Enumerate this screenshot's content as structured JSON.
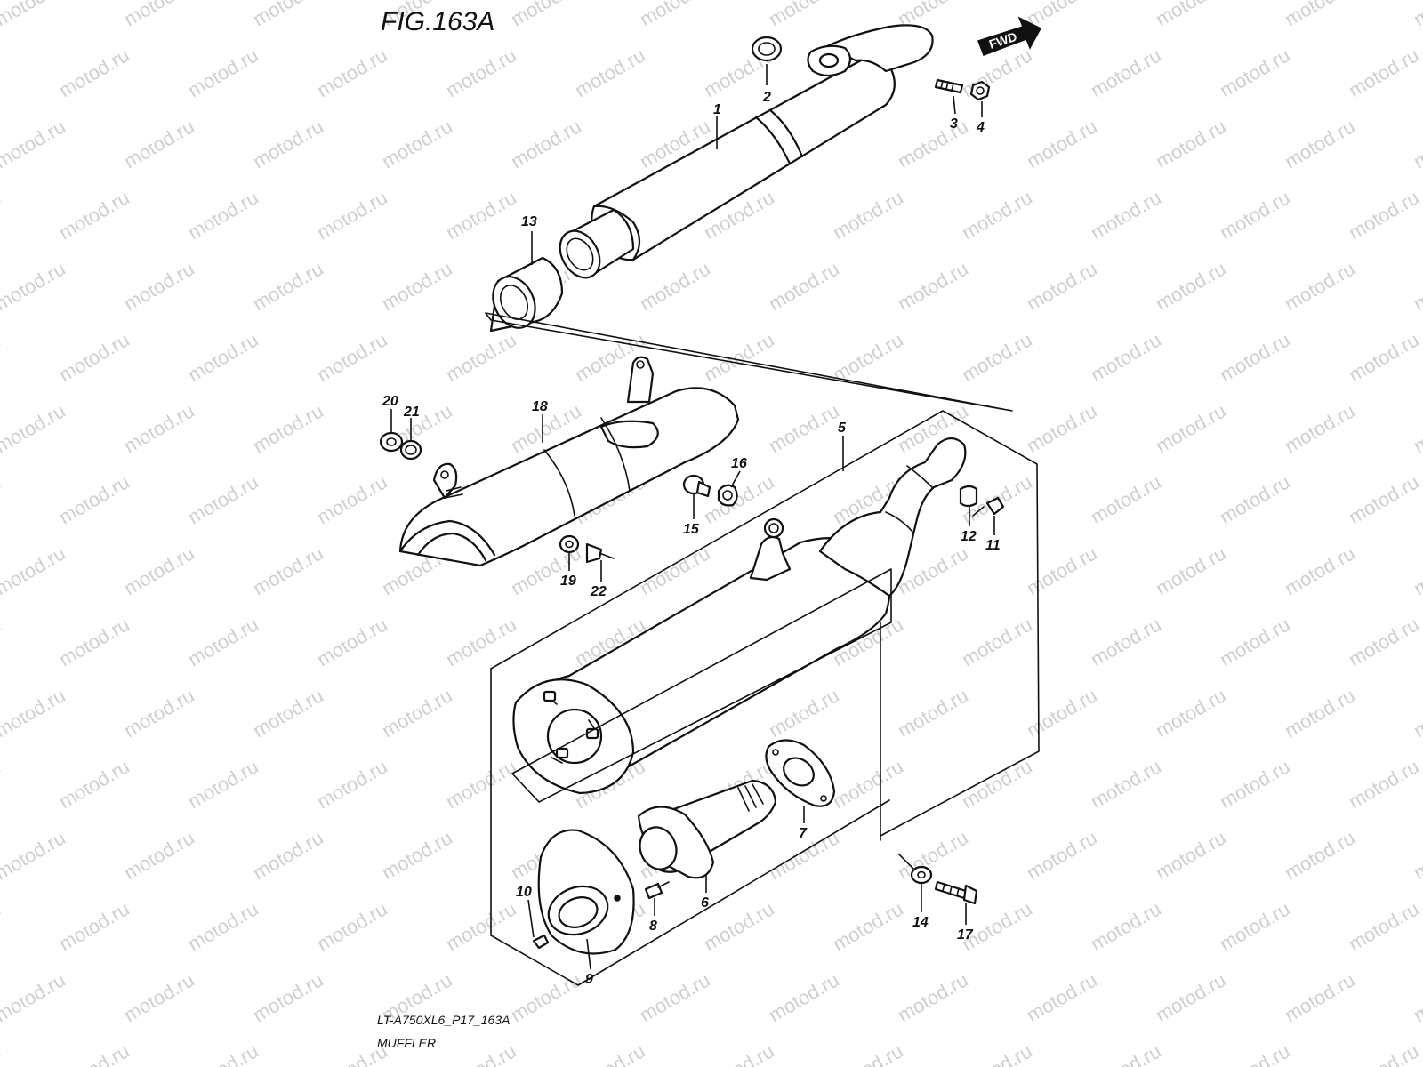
{
  "figure": {
    "title": "FIG.163A",
    "fwd_label": "FWD",
    "model_code": "LT-A750XL6_P17_163A",
    "section_name": "MUFFLER"
  },
  "watermark": {
    "text": "motod.ru"
  },
  "callouts": [
    {
      "id": "1",
      "label": "1"
    },
    {
      "id": "2",
      "label": "2"
    },
    {
      "id": "3",
      "label": "3"
    },
    {
      "id": "4",
      "label": "4"
    },
    {
      "id": "5",
      "label": "5"
    },
    {
      "id": "6",
      "label": "6"
    },
    {
      "id": "7",
      "label": "7"
    },
    {
      "id": "8",
      "label": "8"
    },
    {
      "id": "9",
      "label": "9"
    },
    {
      "id": "10",
      "label": "10"
    },
    {
      "id": "11",
      "label": "11"
    },
    {
      "id": "12",
      "label": "12"
    },
    {
      "id": "13",
      "label": "13"
    },
    {
      "id": "14",
      "label": "14"
    },
    {
      "id": "15",
      "label": "15"
    },
    {
      "id": "16",
      "label": "16"
    },
    {
      "id": "17",
      "label": "17"
    },
    {
      "id": "18",
      "label": "18"
    },
    {
      "id": "19",
      "label": "19"
    },
    {
      "id": "20",
      "label": "20"
    },
    {
      "id": "21",
      "label": "21"
    },
    {
      "id": "22",
      "label": "22"
    }
  ],
  "colors": {
    "line": "#111111",
    "watermark": "#cfcfcf",
    "background": "#ffffff"
  }
}
